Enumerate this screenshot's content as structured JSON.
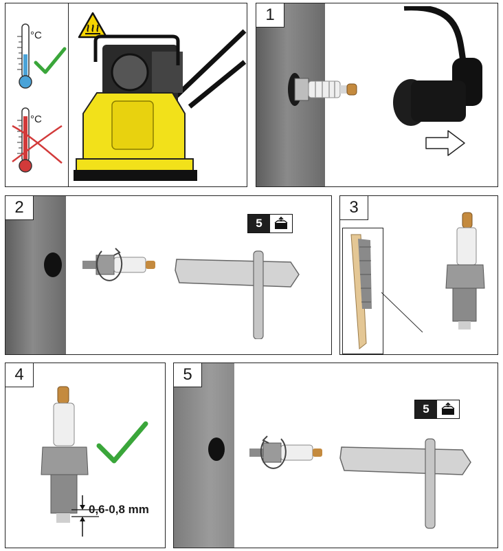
{
  "overview": {
    "temp_ok_unit": "°C",
    "temp_hot_unit": "°C",
    "icons": [
      "thermometer-icon",
      "check-icon",
      "cross-icon",
      "hot-surface-warning-icon"
    ],
    "colors": {
      "check": "#3aa63a",
      "cross": "#d23a3a",
      "machine_yellow": "#f2e11a"
    }
  },
  "steps": [
    {
      "number": "1"
    },
    {
      "number": "2",
      "tool_badge": "5"
    },
    {
      "number": "3"
    },
    {
      "number": "4",
      "gap_label": "0,6-0,8 mm"
    },
    {
      "number": "5",
      "tool_badge": "5"
    }
  ]
}
